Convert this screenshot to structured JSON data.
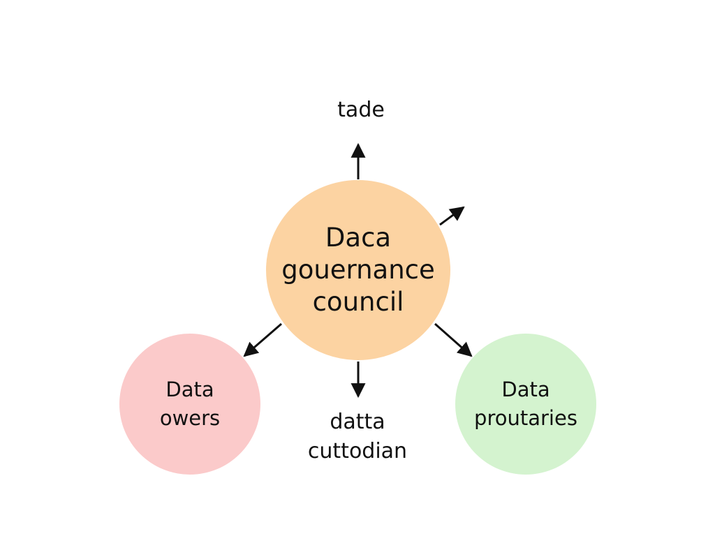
{
  "colors": {
    "center_fill": "#fcd3a2",
    "left_fill": "#fbcaca",
    "right_fill": "#d4f3cf",
    "arrow": "#111111",
    "text": "#111111"
  },
  "center": {
    "lines": [
      "Daca",
      "gouernance",
      "council"
    ]
  },
  "top": {
    "label": "tade"
  },
  "left": {
    "lines": [
      "Data",
      "owers"
    ]
  },
  "bottom": {
    "lines": [
      "datta",
      "cuttodian"
    ]
  },
  "right": {
    "lines": [
      "Data",
      "proutaries"
    ]
  }
}
